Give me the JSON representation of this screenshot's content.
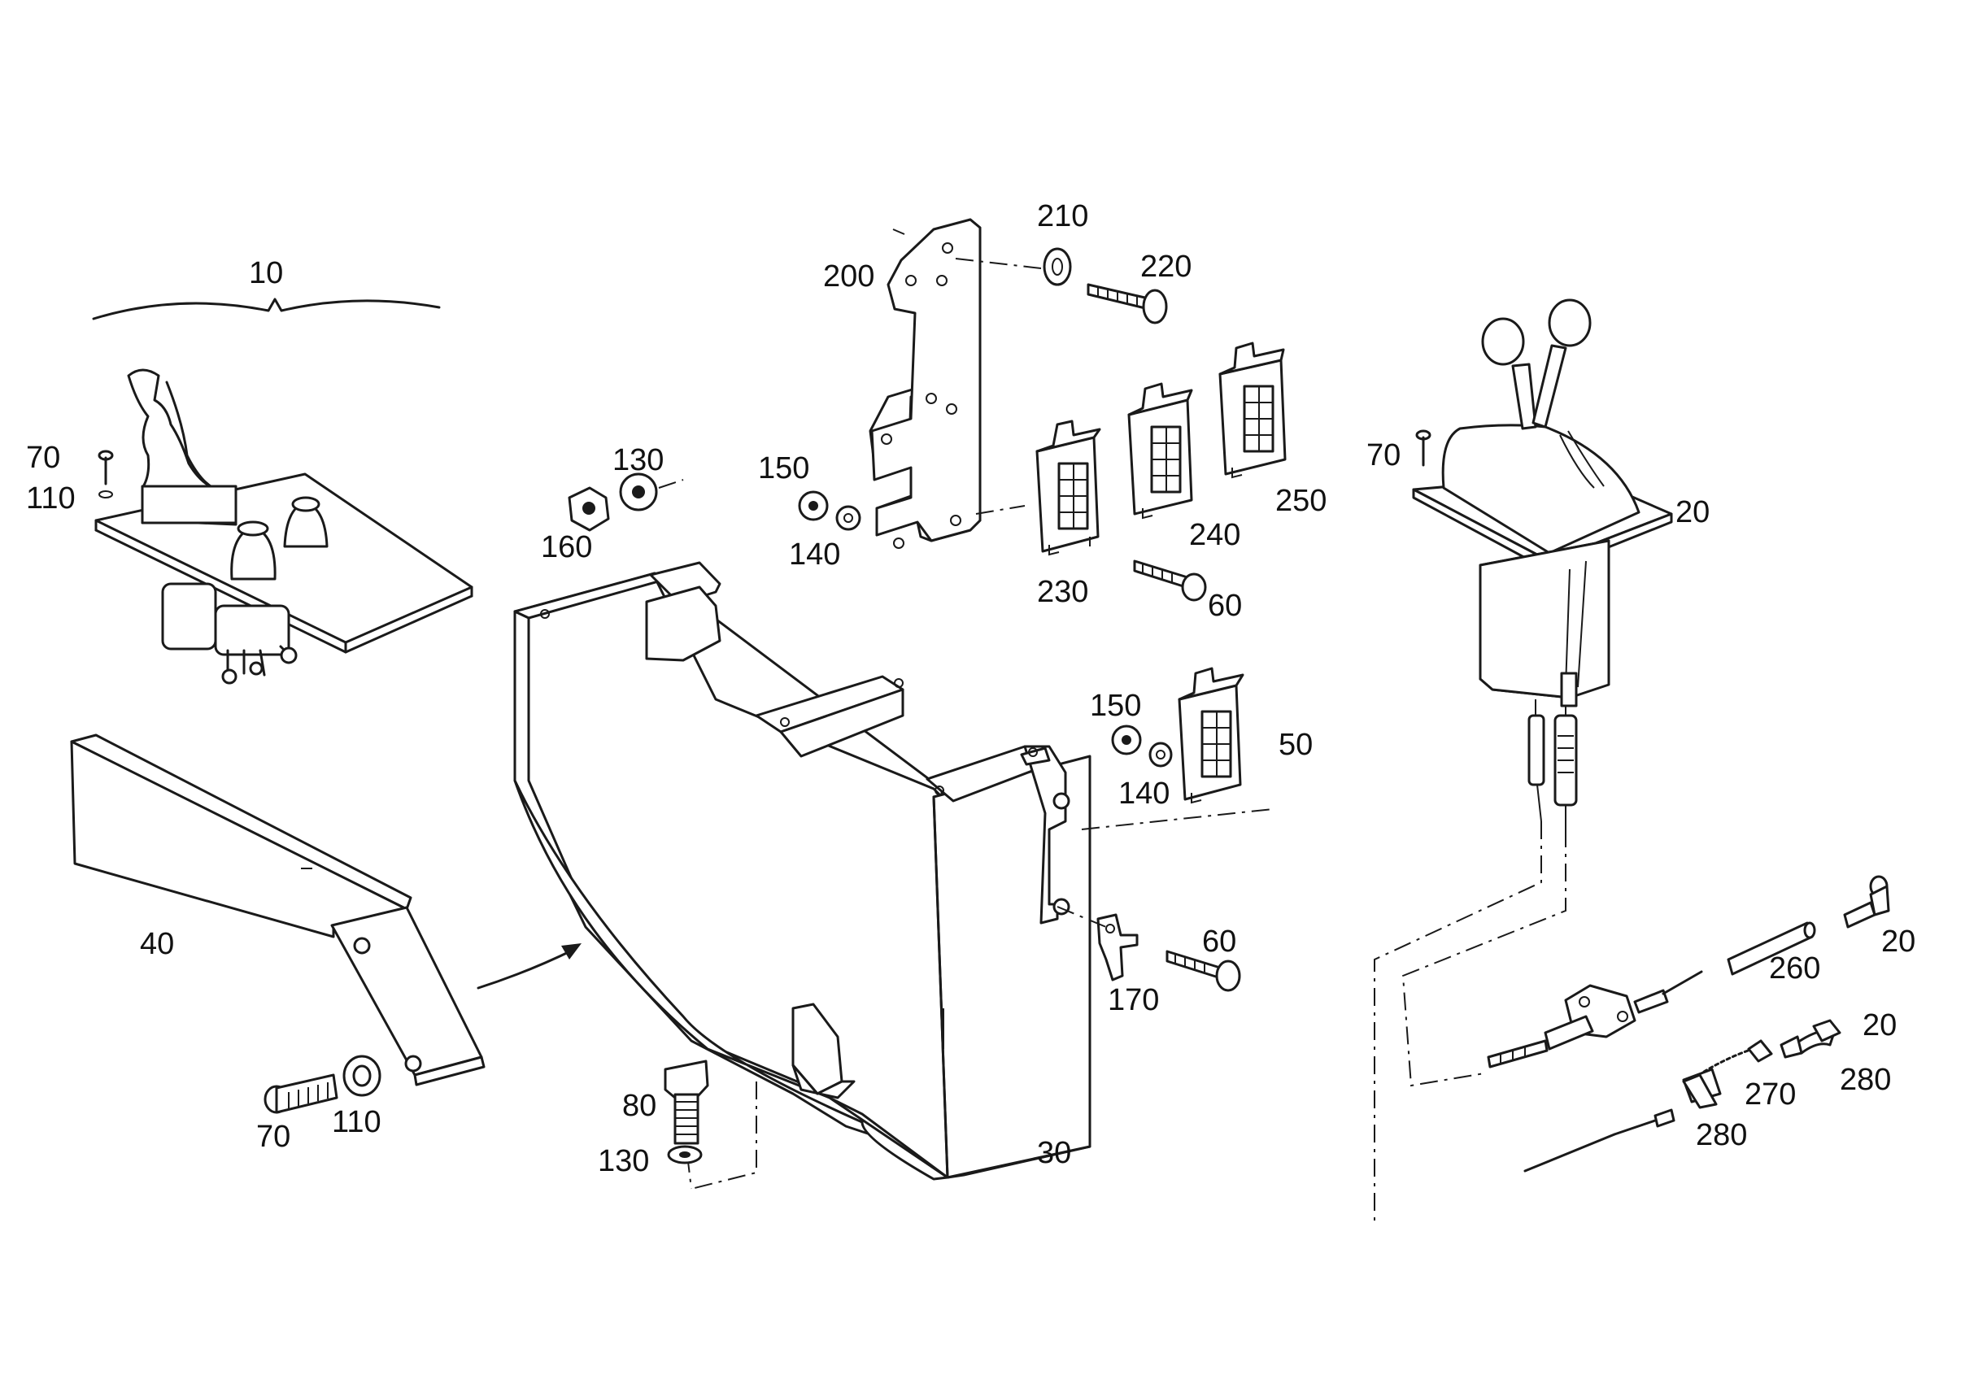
{
  "labels": {
    "l10": "10",
    "l70a": "70",
    "l110a": "110",
    "l40": "40",
    "l70b": "70",
    "l110b": "110",
    "l130a": "130",
    "l160": "160",
    "l150a": "150",
    "l140a": "140",
    "l200": "200",
    "l210": "210",
    "l220": "220",
    "l230": "230",
    "l240": "240",
    "l250": "250",
    "l60a": "60",
    "l150b": "150",
    "l140b": "140",
    "l50": "50",
    "l60b": "60",
    "l170": "170",
    "l80": "80",
    "l130b": "130",
    "l30": "30",
    "l70c": "70",
    "l20a": "20",
    "l260": "260",
    "l20b": "20",
    "l20c": "20",
    "l280a": "280",
    "l270": "270",
    "l280b": "280"
  }
}
